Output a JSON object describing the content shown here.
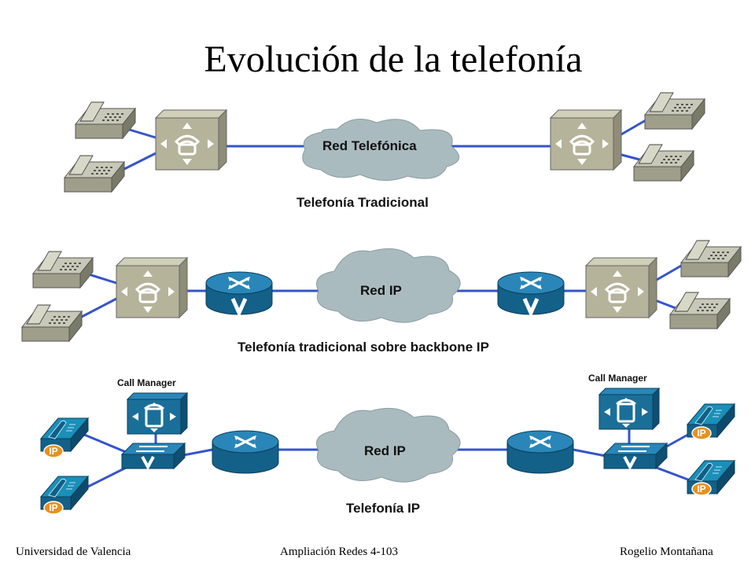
{
  "slide": {
    "title": "Evolución de la telefonía"
  },
  "rows": {
    "traditional": {
      "cloud_label": "Red Telefónica",
      "caption": "Telefonía Tradicional"
    },
    "backbone": {
      "cloud_label": "Red IP",
      "caption": "Telefonía tradicional sobre backbone IP"
    },
    "ip": {
      "cloud_label": "Red IP",
      "caption": "Telefonía IP",
      "call_manager_left": "Call Manager",
      "call_manager_right": "Call Manager",
      "ip_badge": "IP"
    }
  },
  "footer": {
    "left": "Universidad de Valencia",
    "center": "Ampliación Redes 4-103",
    "right": "Rogelio Montañana"
  },
  "colors": {
    "link": "#3355cc",
    "cloud": "#aabbc0",
    "pbx": "#b5b39a",
    "router": "#1a6f99",
    "ip_phone": "#1a8fb8",
    "badge": "#e8911a"
  }
}
